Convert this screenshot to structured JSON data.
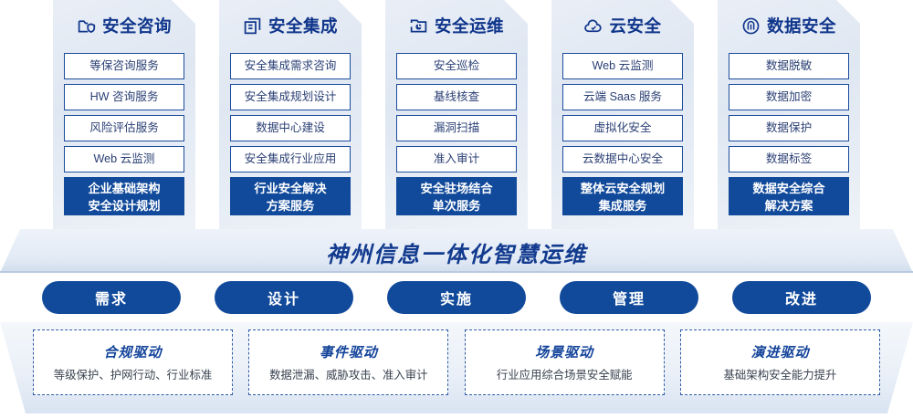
{
  "columns": [
    {
      "icon": "folder-shield-icon",
      "title": "安全咨询",
      "items": [
        "等保咨询服务",
        "HW 咨询服务",
        "风险评估服务",
        "Web 云监测"
      ],
      "highlight": [
        "企业基础架构",
        "安全设计规划"
      ]
    },
    {
      "icon": "server-stack-icon",
      "title": "安全集成",
      "items": [
        "安全集成需求咨询",
        "安全集成规划设计",
        "数据中心建设",
        "安全集成行业应用"
      ],
      "highlight": [
        "行业安全解决",
        "方案服务"
      ]
    },
    {
      "icon": "monitor-chart-icon",
      "title": "安全运维",
      "items": [
        "安全巡检",
        "基线核查",
        "漏洞扫描",
        "准入审计"
      ],
      "highlight": [
        "安全驻场结合",
        "单次服务"
      ]
    },
    {
      "icon": "cloud-check-icon",
      "title": "云安全",
      "items": [
        "Web 云监测",
        "云端 Saas 服务",
        "虚拟化安全",
        "云数据中心安全"
      ],
      "highlight": [
        "整体云安全规划",
        "集成服务"
      ]
    },
    {
      "icon": "fingerprint-icon",
      "title": "数据安全",
      "items": [
        "数据脱敏",
        "数据加密",
        "数据保护",
        "数据标签"
      ],
      "highlight": [
        "数据安全综合",
        "解决方案"
      ]
    }
  ],
  "banner": {
    "text": "神州信息一体化智慧运维"
  },
  "pills": [
    {
      "label": "需求"
    },
    {
      "label": "设计"
    },
    {
      "label": "实施"
    },
    {
      "label": "管理"
    },
    {
      "label": "改进"
    }
  ],
  "drivers": [
    {
      "title": "合规驱动",
      "subtitle": "等级保护、护网行动、行业标准"
    },
    {
      "title": "事件驱动",
      "subtitle": "数据泄漏、威胁攻击、准入审计"
    },
    {
      "title": "场景驱动",
      "subtitle": "行业应用综合场景安全赋能"
    },
    {
      "title": "演进驱动",
      "subtitle": "基础架构安全能力提升"
    }
  ],
  "colors": {
    "primary": "#114a9b",
    "title": "#10368c",
    "item_text": "#2a3f74",
    "card_bg": "#e4ebf5"
  }
}
